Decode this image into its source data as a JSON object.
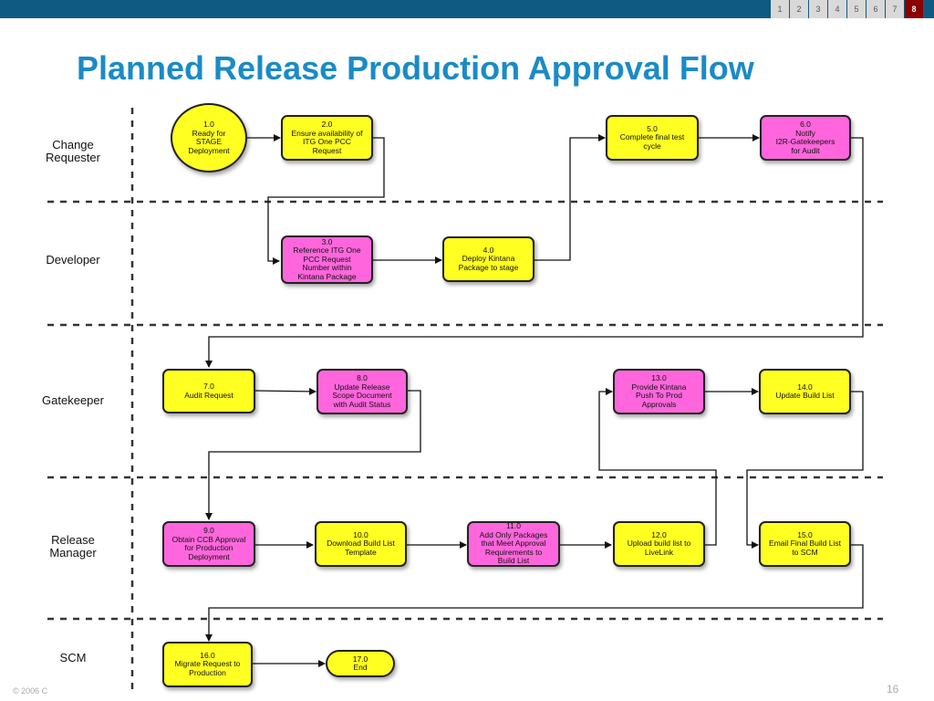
{
  "header": {
    "pages": [
      "1",
      "2",
      "3",
      "4",
      "5",
      "6",
      "7",
      "8"
    ],
    "active_page": "8"
  },
  "title": "Planned Release Production Approval Flow",
  "lanes": {
    "change_requester": "Change\nRequester",
    "developer": "Developer",
    "gatekeeper": "Gatekeeper",
    "release_manager": "Release\nManager",
    "scm": "SCM"
  },
  "steps": {
    "s1": "1.0\nReady for\nSTAGE\nDeployment",
    "s2": "2.0\nEnsure availability of\nITG One PCC\nRequest",
    "s3": "3.0\nReference ITG One\nPCC Request\nNumber within\nKintana Package",
    "s4": "4.0\nDeploy Kintana\nPackage to stage",
    "s5": "5.0\nComplete final test\ncycle",
    "s6": "6.0\nNotify\nI2R-Gatekeepers\nfor Audit",
    "s7": "7.0\nAudit Request",
    "s8": "8.0\nUpdate Release\nScope Document\nwith Audit Status",
    "s9": "9.0\nObtain CCB Approval\nfor Production\nDeployment",
    "s10": "10.0\nDownload Build List\nTemplate",
    "s11": "11.0\nAdd Only Packages\nthat Meet Approval\nRequirements to\nBuild List",
    "s12": "12.0\nUpload build list to\nLiveLink",
    "s13": "13.0\nProvide Kintana\nPush To Prod\nApprovals",
    "s14": "14.0\nUpdate Build List",
    "s15": "15.0\nEmail Final Build List\nto SCM",
    "s16": "16.0\nMigrate Request to\nProduction",
    "s17": "17.0\nEnd"
  },
  "colors": {
    "header_bar": "#0f5a82",
    "title": "#1a8bc6",
    "yellow_node": "#ffff22",
    "pink_node": "#ff66dd"
  },
  "footer": {
    "copyright": "© 2006 C",
    "page_number": "16"
  }
}
